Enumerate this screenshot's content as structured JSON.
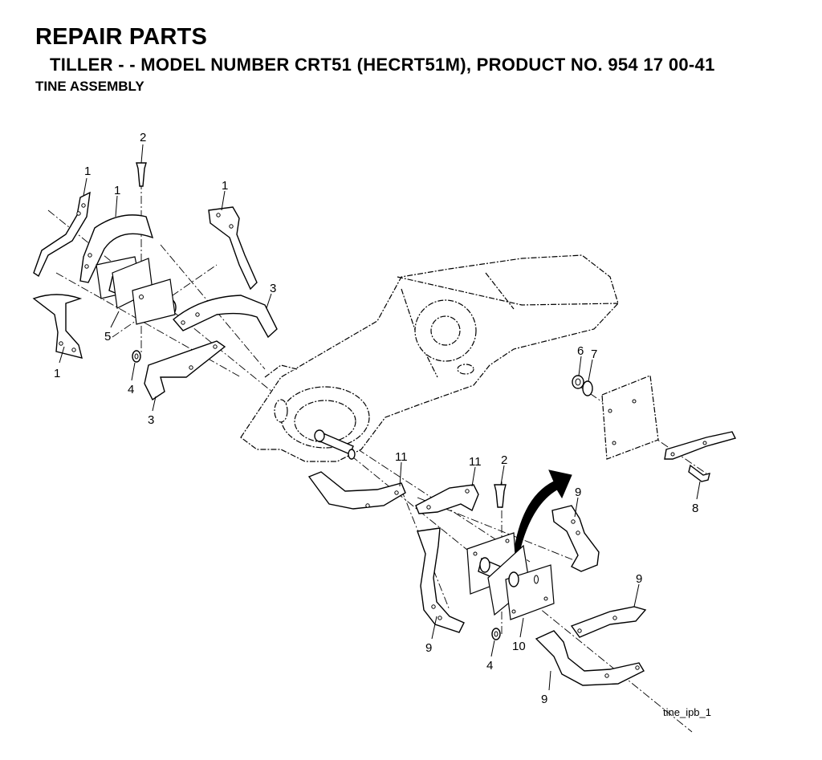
{
  "header": {
    "title": "REPAIR PARTS",
    "subtitle": "TILLER - - MODEL NUMBER CRT51 (HECRT51M), PRODUCT NO. 954 17 00-41",
    "section": "TINE ASSEMBLY"
  },
  "callouts": [
    "1",
    "1",
    "1",
    "1",
    "2",
    "3",
    "3",
    "5",
    "4",
    "6",
    "7",
    "8",
    "2",
    "11",
    "11",
    "9",
    "9",
    "9",
    "9",
    "10",
    "4"
  ],
  "figure_ref": "tine_ipb_1"
}
